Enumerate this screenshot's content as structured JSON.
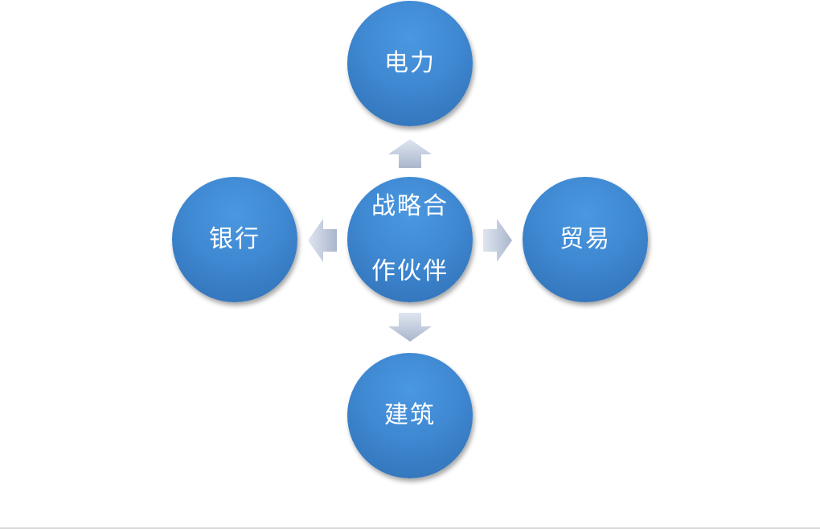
{
  "diagram": {
    "center": {
      "label": "战略合作伙伴",
      "lines": [
        "战略合",
        "作伙伴"
      ]
    },
    "nodes": {
      "top": "电力",
      "left": "银行",
      "right": "贸易",
      "bottom": "建筑"
    }
  },
  "colors": {
    "node_fill": "#3f88d2",
    "node_text": "#ffffff",
    "arrow_fill": "#c4cee0"
  }
}
